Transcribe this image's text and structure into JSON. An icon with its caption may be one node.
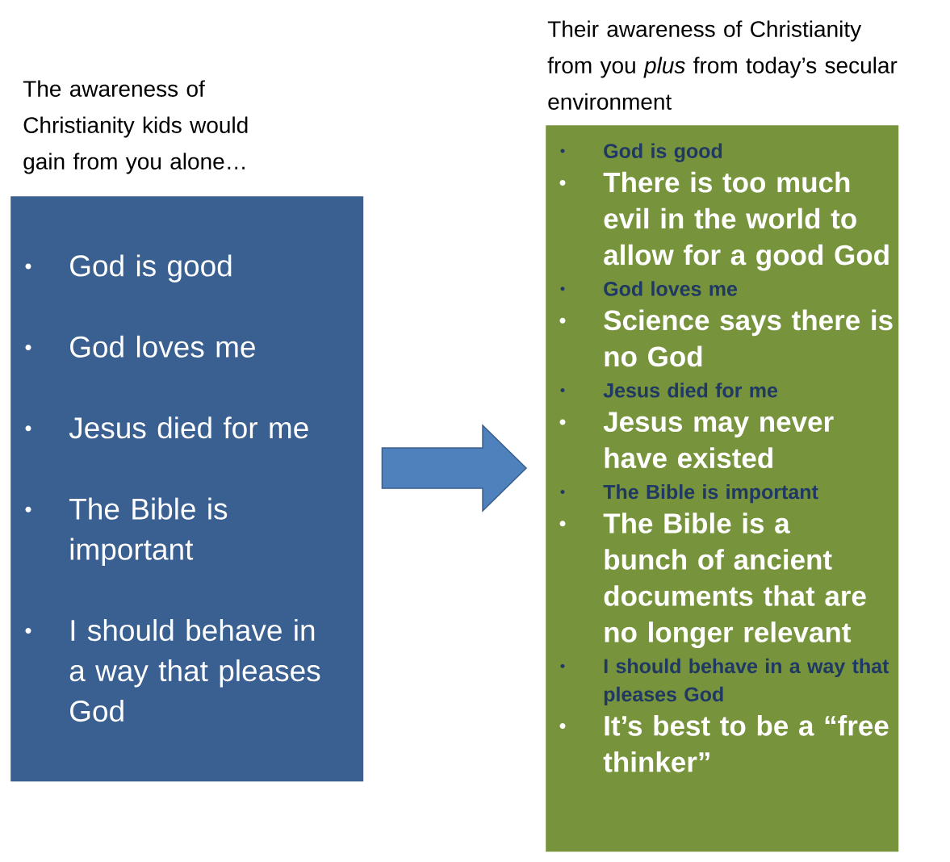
{
  "diagram": {
    "nodes": [
      {
        "text": [
          "The awareness of Christianity kids would gain from you alone…",
          "God is good",
          "God loves me",
          "Jesus died for me",
          "The Bible is important",
          "I should behave in a way that pleases God"
        ]
      },
      {
        "text": [
          "Their awareness of Christianity from you *plus* from today’s secular environment",
          "God is good",
          "There is too much evil in the world to allow for a good God",
          "God loves me",
          "Science says there is no God",
          "Jesus died for me",
          "Jesus may never have existed",
          "The Bible is important",
          "The Bible is a bunch of ancient documents that are no longer relevant",
          "I should behave in a way that pleases God",
          "It’s best to be a “free thinker”"
        ]
      }
    ],
    "edges": [
      {
        "from": 0,
        "to": 1,
        "arrow": "to"
      }
    ]
  }
}
